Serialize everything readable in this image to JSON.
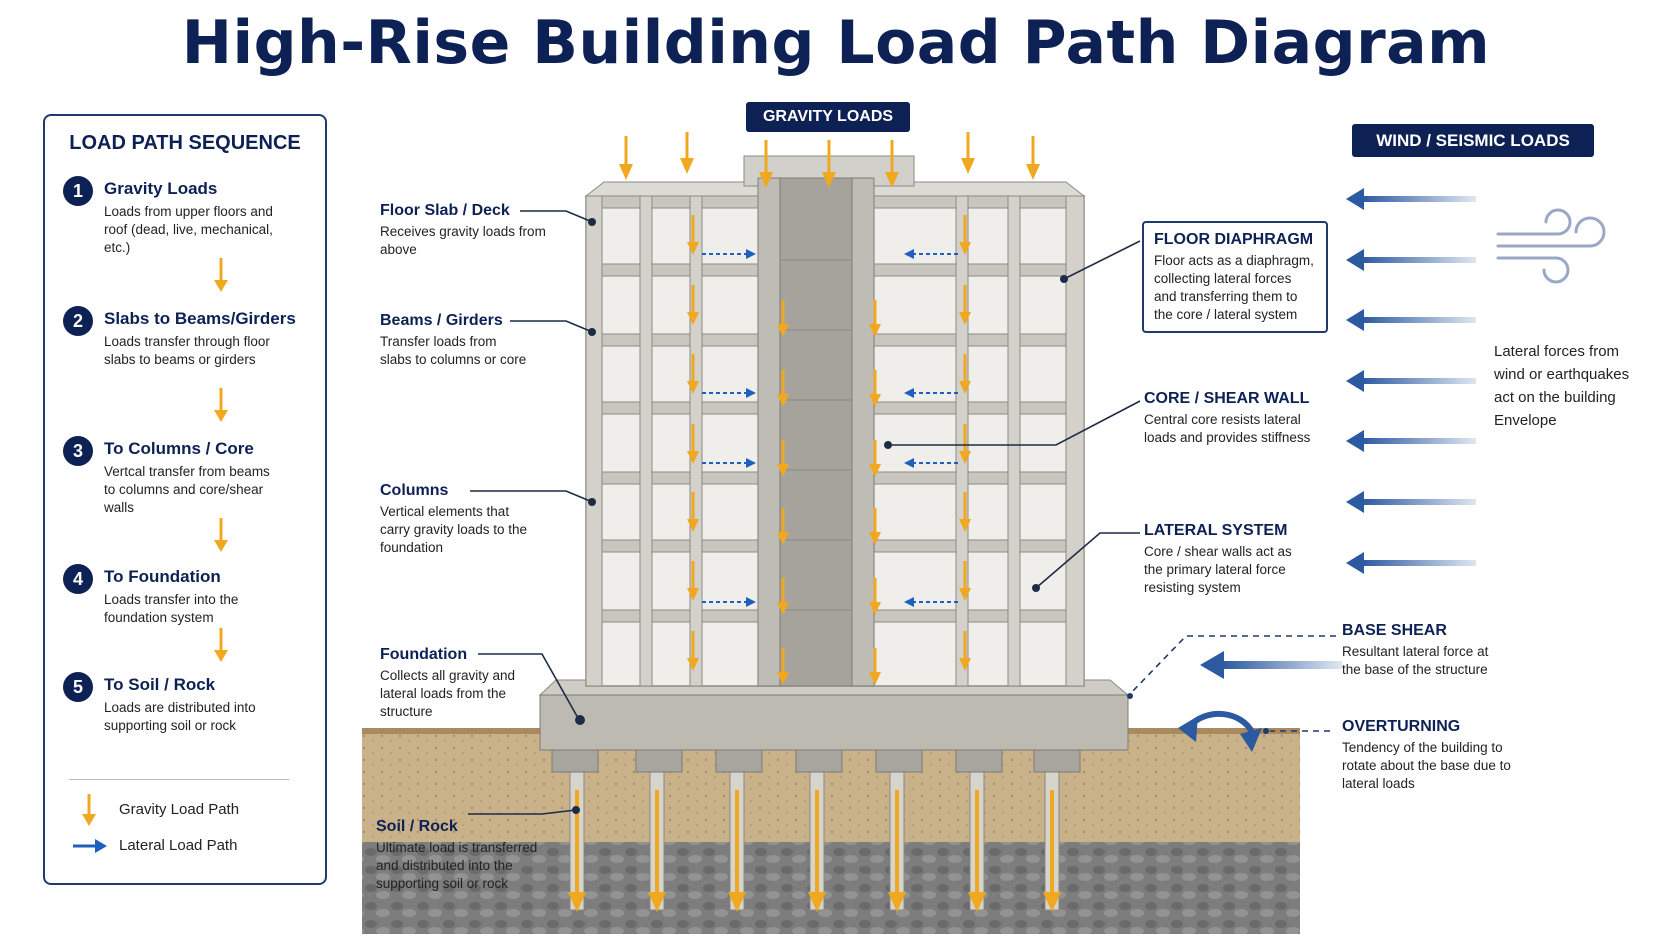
{
  "title": "High-Rise Building Load Path Diagram",
  "colors": {
    "navy": "#0e2155",
    "gravity": "#f0a820",
    "lateral": "#2c5aa0"
  },
  "sequence": {
    "heading": "LOAD PATH SEQUENCE",
    "steps": [
      {
        "num": "1",
        "title": "Gravity Loads",
        "desc": "Loads from upper floors and roof (dead, live, mechanical, etc.)"
      },
      {
        "num": "2",
        "title": "Slabs to Beams/Girders",
        "desc": "Loads transfer through floor slabs to beams or girders"
      },
      {
        "num": "3",
        "title": "To Columns / Core",
        "desc": "Vertcal transfer from beams to columns and core/shear walls"
      },
      {
        "num": "4",
        "title": "To Foundation",
        "desc": "Loads transfer into the foundation system"
      },
      {
        "num": "5",
        "title": "To Soil / Rock",
        "desc": "Loads are distributed into supporting soil or rock"
      }
    ],
    "legend": {
      "gravity": "Gravity Load Path",
      "lateral": "Lateral Load Path"
    }
  },
  "badges": {
    "gravity": "GRAVITY LOADS",
    "wind": "WIND / SEISMIC LOADS"
  },
  "left_callouts": {
    "floor_slab": {
      "title": "Floor Slab / Deck",
      "desc": "Receives gravity loads from above"
    },
    "beams": {
      "title": "Beams / Girders",
      "desc": "Transfer loads from slabs to columns or core"
    },
    "columns": {
      "title": "Columns",
      "desc": "Vertical elements that carry gravity loads to the foundation"
    },
    "foundation": {
      "title": "Foundation",
      "desc": "Collects all gravity and lateral loads from the structure"
    },
    "soil": {
      "title": "Soil / Rock",
      "desc": "Ultimate load is transferred and distributed into the supporting soil or rock"
    }
  },
  "right_callouts": {
    "diaphragm": {
      "title": "FLOOR DIAPHRAGM",
      "desc": "Floor acts as a diaphragm, collecting lateral forces and transferring them to the core / lateral system"
    },
    "core": {
      "title": "CORE / SHEAR WALL",
      "desc": "Central core resists lateral loads and provides stiffness"
    },
    "lateral": {
      "title": "LATERAL SYSTEM",
      "desc": "Core / shear walls act as the primary lateral force resisting system"
    },
    "base_shear": {
      "title": "BASE SHEAR",
      "desc": "Resultant lateral force at the base of the structure"
    },
    "overturning": {
      "title": "OVERTURNING",
      "desc": "Tendency of the building to rotate about the base due to lateral loads"
    }
  },
  "wind_note": "Lateral forces from wind or earthquakes act on the building Envelope",
  "icons": [
    "gravity-arrow-icon",
    "lateral-arrow-icon",
    "wind-icon",
    "overturning-icon"
  ]
}
